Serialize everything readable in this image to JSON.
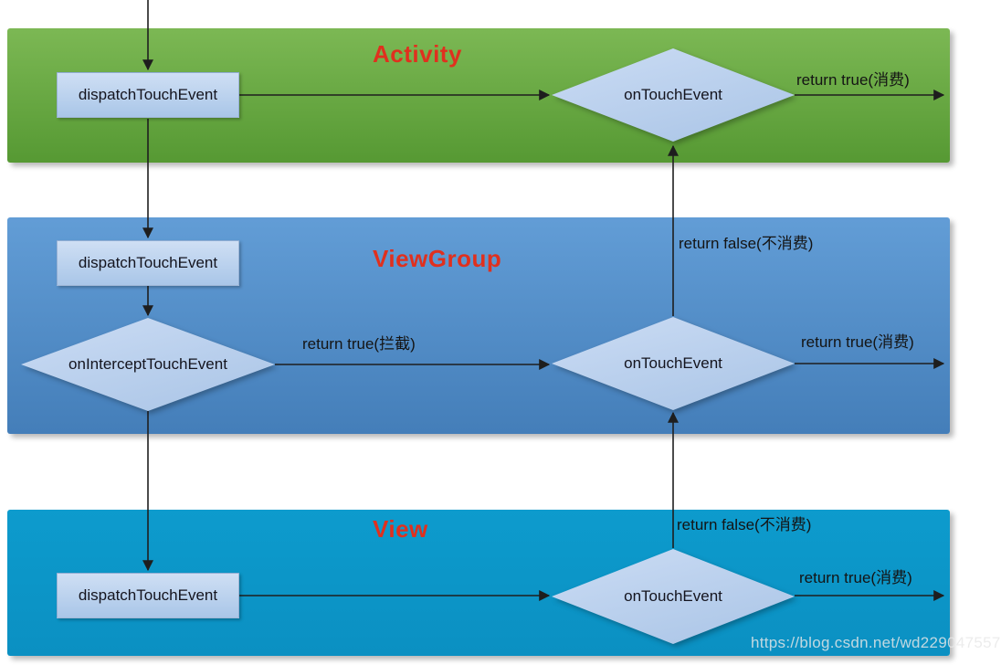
{
  "bands": [
    {
      "title": "Activity"
    },
    {
      "title": "ViewGroup"
    },
    {
      "title": "View"
    }
  ],
  "nodes": {
    "activity_dispatch": "dispatchTouchEvent",
    "activity_ontouch": "onTouchEvent",
    "viewgroup_dispatch": "dispatchTouchEvent",
    "viewgroup_onintercept": "onInterceptTouchEvent",
    "viewgroup_ontouch": "onTouchEvent",
    "view_dispatch": "dispatchTouchEvent",
    "view_ontouch": "onTouchEvent"
  },
  "edge_labels": {
    "activity_consume": "return true(消费)",
    "viewgroup_not_consume": "return false(不消费)",
    "viewgroup_intercept": "return true(拦截)",
    "viewgroup_consume": "return true(消费)",
    "view_not_consume": "return false(不消费)",
    "view_consume": "return true(消费)"
  },
  "colors": {
    "band_activity_top": "#7cb854",
    "band_activity_bottom": "#569933",
    "band_viewgroup_top": "#629dd6",
    "band_viewgroup_bottom": "#447eb9",
    "band_view": "#0b95c8",
    "node_fill_top": "#cfdff4",
    "node_fill_bottom": "#a9c6e8",
    "title_red": "#e0301e",
    "arrow": "#1e1e1e"
  },
  "watermark": "https://blog.csdn.net/wd229047557"
}
